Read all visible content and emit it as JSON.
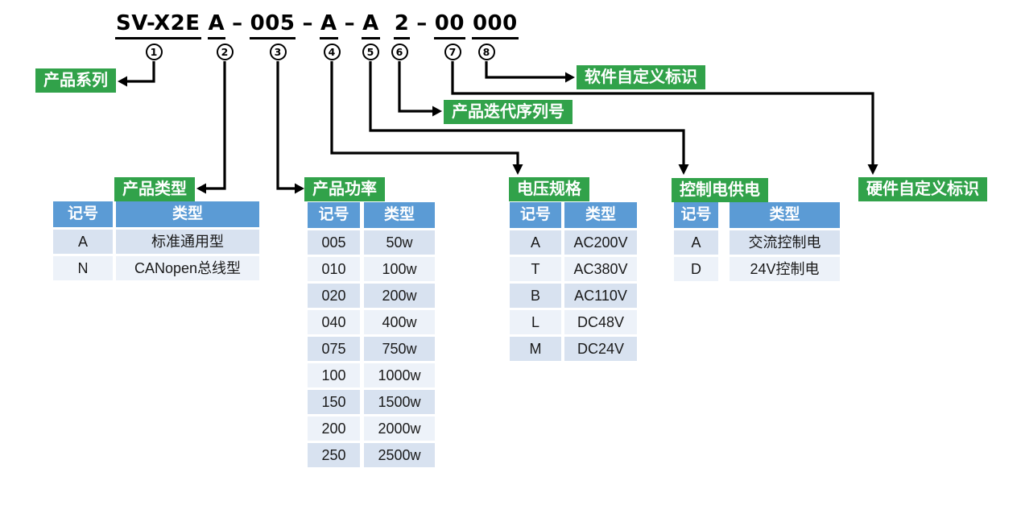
{
  "colors": {
    "green": "#31a24a",
    "blue": "#5b9bd5",
    "band_dark": "#d8e2f0",
    "band_light": "#edf2f9",
    "line": "#000000"
  },
  "model_code": {
    "segments": [
      {
        "text": "SV-X2E",
        "underline": true
      },
      {
        "text": "A",
        "underline": true
      },
      {
        "text": "–",
        "underline": false
      },
      {
        "text": "005",
        "underline": true
      },
      {
        "text": "–",
        "underline": false
      },
      {
        "text": "A",
        "underline": true
      },
      {
        "text": "–",
        "underline": false
      },
      {
        "text": "A",
        "underline": true
      },
      {
        "text": "2",
        "underline": true,
        "wide_gap": true
      },
      {
        "text": "–",
        "underline": false
      },
      {
        "text": "00",
        "underline": true
      },
      {
        "text": "000",
        "underline": true
      }
    ],
    "markers": [
      "1",
      "2",
      "3",
      "4",
      "5",
      "6",
      "7",
      "8"
    ]
  },
  "callouts": {
    "product_series": "产品系列",
    "product_type": "产品类型",
    "product_power": "产品功率",
    "voltage_spec": "电压规格",
    "control_power": "控制电供电",
    "iteration_serial": "产品迭代序列号",
    "software_id": "软件自定义标识",
    "hardware_id": "硬件自定义标识"
  },
  "tables": {
    "product_type": {
      "headers": [
        "记号",
        "类型"
      ],
      "rows": [
        [
          "A",
          "标准通用型"
        ],
        [
          "N",
          "CANopen总线型"
        ]
      ]
    },
    "product_power": {
      "headers": [
        "记号",
        "类型"
      ],
      "rows": [
        [
          "005",
          "50w"
        ],
        [
          "010",
          "100w"
        ],
        [
          "020",
          "200w"
        ],
        [
          "040",
          "400w"
        ],
        [
          "075",
          "750w"
        ],
        [
          "100",
          "1000w"
        ],
        [
          "150",
          "1500w"
        ],
        [
          "200",
          "2000w"
        ],
        [
          "250",
          "2500w"
        ]
      ]
    },
    "voltage_spec": {
      "headers": [
        "记号",
        "类型"
      ],
      "rows": [
        [
          "A",
          "AC200V"
        ],
        [
          "T",
          "AC380V"
        ],
        [
          "B",
          "AC110V"
        ],
        [
          "L",
          "DC48V"
        ],
        [
          "M",
          "DC24V"
        ]
      ]
    },
    "control_power": {
      "headers": [
        "记号",
        "类型"
      ],
      "rows": [
        [
          "A",
          "交流控制电"
        ],
        [
          "D",
          "24V控制电"
        ]
      ]
    }
  }
}
